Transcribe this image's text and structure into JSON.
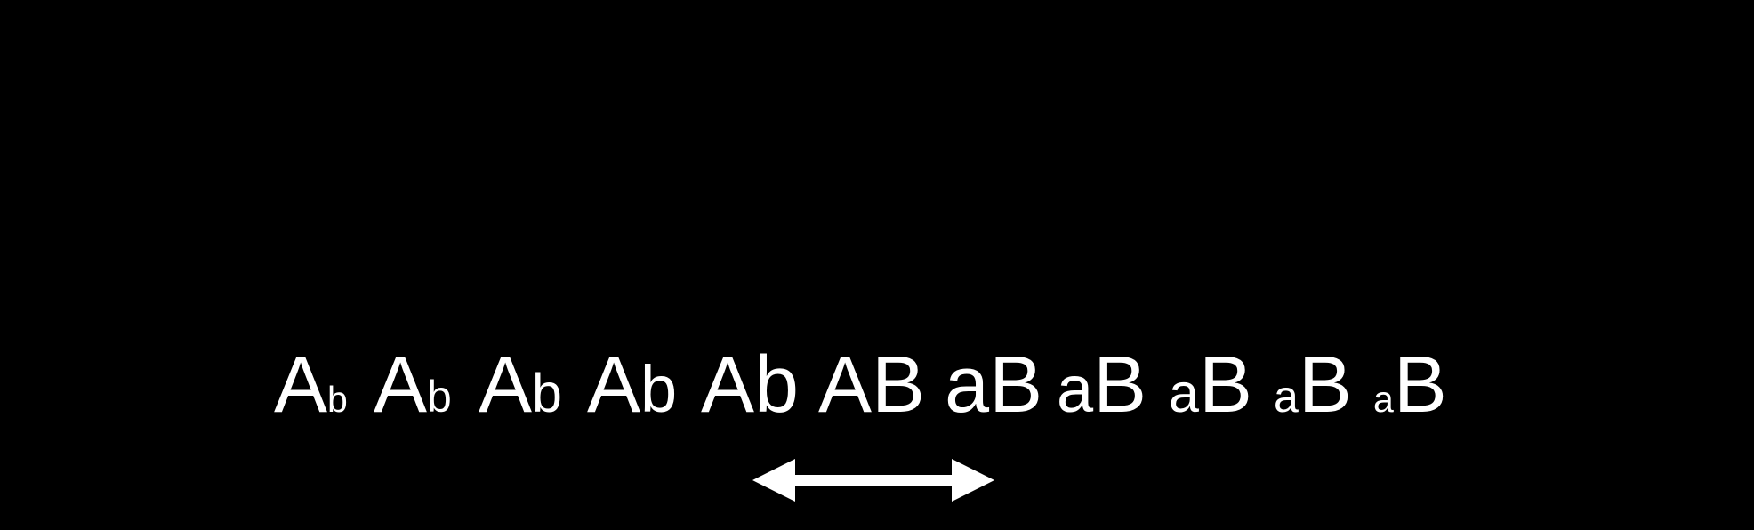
{
  "diagram": {
    "background_color": "#000000",
    "foreground_color": "#ffffff",
    "pairs": [
      {
        "first": "A",
        "second": "b",
        "first_scale": 1.0,
        "second_scale": 0.45
      },
      {
        "first": "A",
        "second": "b",
        "first_scale": 1.0,
        "second_scale": 0.55
      },
      {
        "first": "A",
        "second": "b",
        "first_scale": 1.0,
        "second_scale": 0.68
      },
      {
        "first": "A",
        "second": "b",
        "first_scale": 1.0,
        "second_scale": 0.82
      },
      {
        "first": "A",
        "second": "b",
        "first_scale": 1.0,
        "second_scale": 1.0
      },
      {
        "first": "A",
        "second": "B",
        "first_scale": 1.0,
        "second_scale": 1.0
      },
      {
        "first": "a",
        "second": "B",
        "first_scale": 1.0,
        "second_scale": 1.0
      },
      {
        "first": "a",
        "second": "B",
        "first_scale": 0.82,
        "second_scale": 1.0
      },
      {
        "first": "a",
        "second": "B",
        "first_scale": 0.68,
        "second_scale": 1.0
      },
      {
        "first": "a",
        "second": "B",
        "first_scale": 0.55,
        "second_scale": 1.0
      },
      {
        "first": "a",
        "second": "B",
        "first_scale": 0.45,
        "second_scale": 1.0
      }
    ],
    "arrow_icon": "double-headed-arrow-icon"
  }
}
